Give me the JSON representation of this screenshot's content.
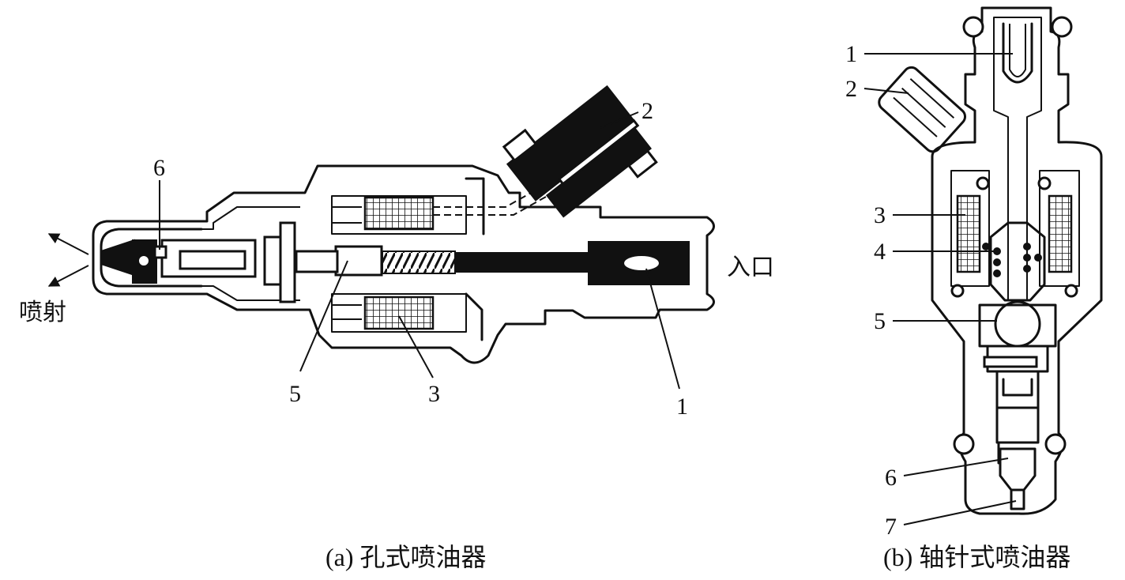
{
  "diagram_a": {
    "caption": "(a) 孔式喷油器",
    "labels": {
      "n1": "1",
      "n2": "2",
      "n3": "3",
      "n5": "5",
      "n6": "6",
      "inlet": "入口",
      "spray": "喷射"
    }
  },
  "diagram_b": {
    "caption": "(b) 轴针式喷油器",
    "labels": {
      "n1": "1",
      "n2": "2",
      "n3": "3",
      "n4": "4",
      "n5": "5",
      "n6": "6",
      "n7": "7"
    }
  },
  "colors": {
    "ink": "#111111",
    "paper": "#ffffff"
  }
}
